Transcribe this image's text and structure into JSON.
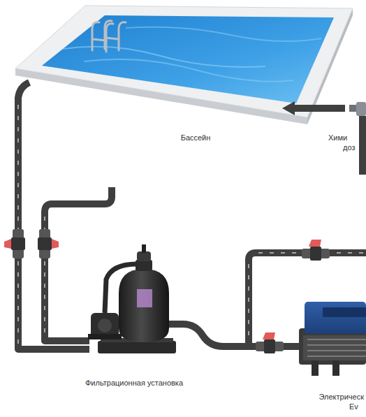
{
  "diagram": {
    "labels": [
      "Бассейн",
      "Хими",
      "доз",
      "Фильтрационная установка",
      "Электрическ",
      "Ev"
    ]
  }
}
